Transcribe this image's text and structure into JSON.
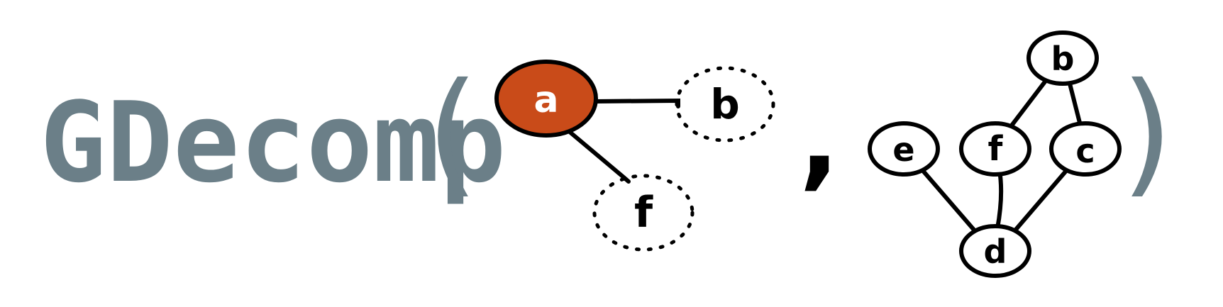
{
  "function_name": "GDecomp",
  "open_paren": "(",
  "close_paren": ")",
  "separator": ",",
  "colors": {
    "function_text": "#6b7f88",
    "highlight_fill": "#c94b19",
    "highlight_text": "#ffffff",
    "stroke": "#000000",
    "background": "#ffffff"
  },
  "argument_1": {
    "nodes": [
      {
        "id": "a",
        "label": "a",
        "style": "highlighted"
      },
      {
        "id": "b",
        "label": "b",
        "style": "dotted"
      },
      {
        "id": "f",
        "label": "f",
        "style": "dotted"
      }
    ],
    "edges": [
      {
        "from": "a",
        "to": "b"
      },
      {
        "from": "a",
        "to": "f"
      }
    ]
  },
  "argument_2": {
    "nodes": [
      {
        "id": "b",
        "label": "b",
        "style": "solid"
      },
      {
        "id": "e",
        "label": "e",
        "style": "solid"
      },
      {
        "id": "f",
        "label": "f",
        "style": "solid"
      },
      {
        "id": "c",
        "label": "c",
        "style": "solid"
      },
      {
        "id": "d",
        "label": "d",
        "style": "solid"
      }
    ],
    "edges": [
      {
        "from": "b",
        "to": "f"
      },
      {
        "from": "b",
        "to": "c"
      },
      {
        "from": "e",
        "to": "d"
      },
      {
        "from": "f",
        "to": "d"
      },
      {
        "from": "c",
        "to": "d"
      }
    ]
  }
}
